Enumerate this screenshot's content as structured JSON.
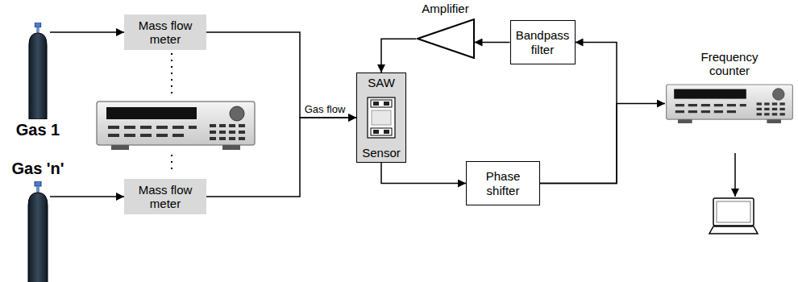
{
  "diagram": {
    "nodes": [
      {
        "text": [
          "Gas 1"
        ]
      },
      {
        "text": [
          "Mass flow meter"
        ]
      },
      {
        "text": [
          "Gas 'n'"
        ]
      },
      {
        "text": [
          "Mass flow meter"
        ]
      },
      {
        "text": [
          "Amplifier"
        ]
      },
      {
        "text": [
          "Bandpass filter"
        ]
      },
      {
        "text": [
          "SAW",
          "Sensor"
        ]
      },
      {
        "text": [
          "Phase shifter"
        ]
      },
      {
        "text": [
          "Frequency counter"
        ]
      }
    ],
    "edges": [
      {
        "from": 0,
        "to": 1,
        "arrow": "to"
      },
      {
        "from": 2,
        "to": 3,
        "arrow": "to"
      },
      {
        "from": 1,
        "to": 6,
        "arrow": "to",
        "label": "Gas flow"
      },
      {
        "from": 3,
        "to": 6,
        "arrow": "to"
      },
      {
        "from": 6,
        "to": 7,
        "arrow": "to"
      },
      {
        "from": 7,
        "to": 5,
        "arrow": "to"
      },
      {
        "from": 7,
        "to": 8,
        "arrow": "to"
      },
      {
        "from": 5,
        "to": 4,
        "arrow": "to"
      },
      {
        "from": 4,
        "to": 6,
        "arrow": "to"
      }
    ]
  }
}
